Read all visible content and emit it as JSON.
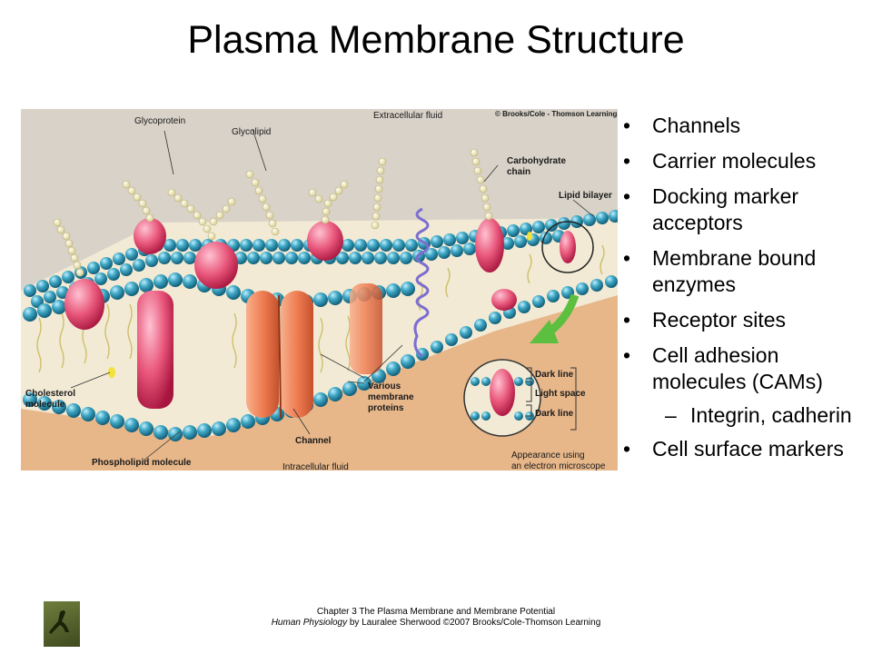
{
  "slide": {
    "title": "Plasma Membrane Structure"
  },
  "figure": {
    "labels": {
      "extracellular": "Extracellular fluid",
      "copyright": "© Brooks/Cole - Thomson Learning",
      "glycoprotein": "Glycoprotein",
      "glycolipid": "Glycolipid",
      "carbohydrate_line1": "Carbohydrate",
      "carbohydrate_line2": "chain",
      "lipid_bilayer": "Lipid bilayer",
      "cholesterol_line1": "Cholesterol",
      "cholesterol_line2": "molecule",
      "various_line1": "Various",
      "various_line2": "membrane",
      "various_line3": "proteins",
      "channel": "Channel",
      "phospholipid": "Phospholipid molecule",
      "intracellular": "Intracellular fluid",
      "dark_line_top": "Dark line",
      "light_space": "Light space",
      "dark_line_bottom": "Dark line",
      "appearance_line1": "Appearance using",
      "appearance_line2": "an electron microscope"
    }
  },
  "bullets": [
    {
      "text": "Channels"
    },
    {
      "text": "Carrier molecules"
    },
    {
      "text": "Docking marker acceptors"
    },
    {
      "text": "Membrane bound enzymes"
    },
    {
      "text": "Receptor sites"
    },
    {
      "text": "Cell adhesion molecules (CAMs)"
    },
    {
      "text": "Integrin, cadherin"
    },
    {
      "text": "Cell surface markers"
    }
  ],
  "footer": {
    "line1": "Chapter 3 The Plasma Membrane and Membrane Potential",
    "line2_italic": "Human Physiology",
    "line2_rest": " by Lauralee Sherwood ©2007 Brooks/Cole-Thomson Learning"
  },
  "colors": {
    "extracellular_bg": "#d8d2c8",
    "intracellular_bg": "#e7b78a",
    "head_blue": "#3fa7c4",
    "protein_pink": "#e8567a",
    "channel_orange": "#f08a5d",
    "arrow_green": "#5cbf3f"
  }
}
